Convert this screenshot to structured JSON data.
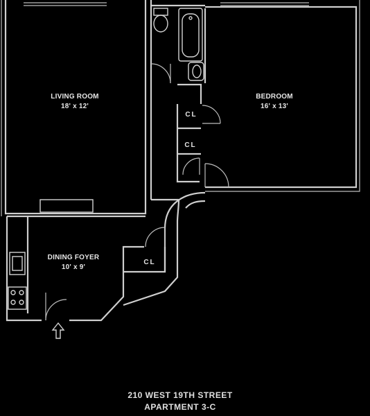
{
  "rooms": {
    "living_room": {
      "name": "LIVING ROOM",
      "size": "18' x 12'"
    },
    "bedroom": {
      "name": "BEDROOM",
      "size": "16' x 13'"
    },
    "dining_foyer": {
      "name": "DINING FOYER",
      "size": "10' x 9'"
    }
  },
  "closets": {
    "closet_1": "CL",
    "closet_2": "CL",
    "closet_3": "CL"
  },
  "address": {
    "line1": "210 WEST 19TH STREET",
    "line2": "APARTMENT 3-C"
  },
  "icons": {
    "entry": "entry-arrow-icon",
    "toilet": "toilet-icon",
    "bathtub": "bathtub-icon",
    "sink": "sink-icon",
    "stove": "stove-icon"
  }
}
